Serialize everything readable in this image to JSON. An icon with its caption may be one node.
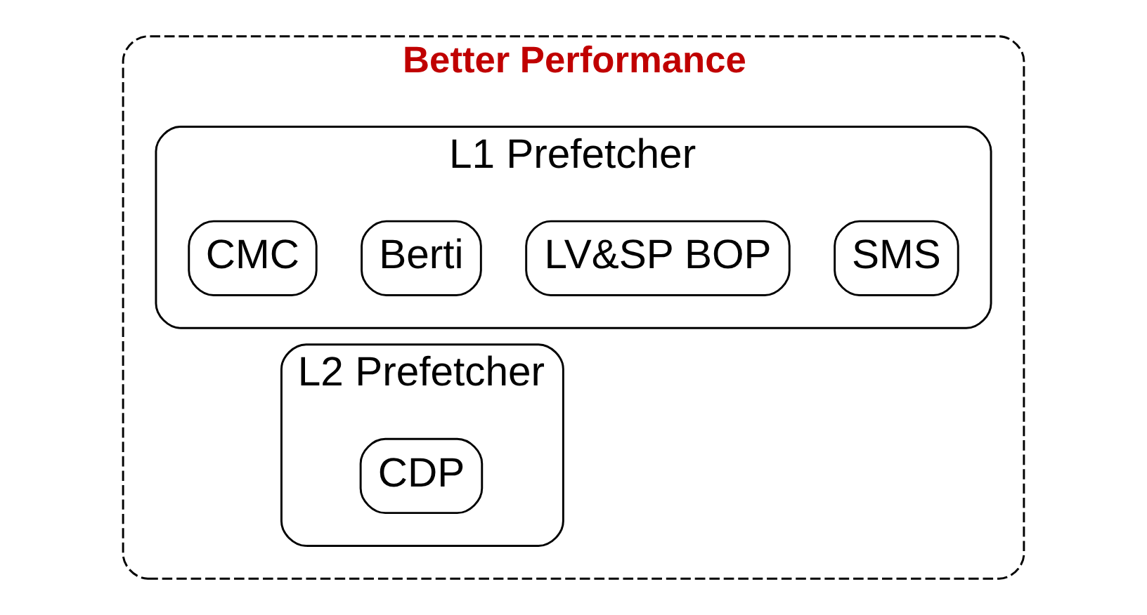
{
  "diagram": {
    "nodes": [
      {
        "text": [
          "Better Performance"
        ]
      },
      {
        "text": [
          "L1 Prefetcher"
        ],
        "in": 0
      },
      {
        "text": [
          "SMS"
        ],
        "in": 1
      },
      {
        "text": [
          "LV&SP BOP"
        ],
        "in": 1
      },
      {
        "text": [
          "Berti"
        ],
        "in": 1
      },
      {
        "text": [
          "CMC"
        ],
        "in": 1
      },
      {
        "text": [
          "L2 Prefetcher"
        ],
        "in": 0
      },
      {
        "text": [
          "CDP"
        ],
        "in": 6
      }
    ]
  }
}
